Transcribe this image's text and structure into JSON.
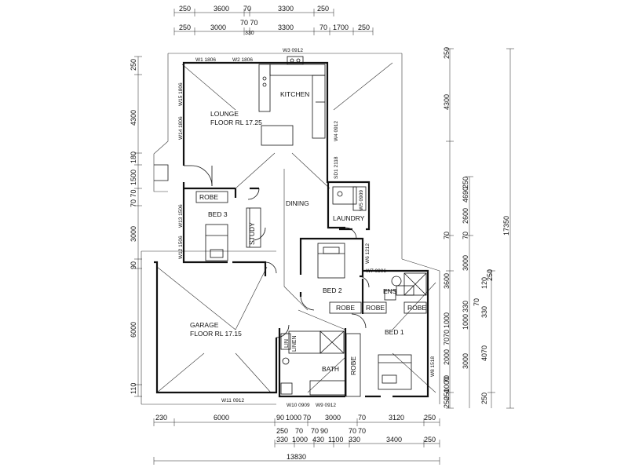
{
  "rooms": {
    "lounge": "LOUNGE",
    "floor_rl_lounge": "FLOOR RL 17.25",
    "kitchen": "KITCHEN",
    "dining": "DINING",
    "bed3": "BED 3",
    "robe3": "ROBE",
    "study": "STUDY",
    "laundry": "LAUNDRY",
    "bed2": "BED 2",
    "robe2": "ROBE",
    "ens": "ENS",
    "robe1a": "ROBE",
    "robe1b": "ROBE",
    "bed1": "BED 1",
    "garage": "GARAGE",
    "floor_rl_garage": "FLOOR RL 17.15",
    "lin": "LIN",
    "linen": "LINEN",
    "bath": "BATH",
    "robe_bath": "ROBE"
  },
  "windows": {
    "w1": "W1 1806",
    "w2": "W2 1806",
    "w3": "W3 0912",
    "w15": "W15 1806",
    "w14": "W14 1806",
    "w4": "W4 0912",
    "sd1": "SD1 2118",
    "w5": "W5 0909",
    "w13": "W13 1506",
    "w12": "W12 1506",
    "w6": "W6 1212",
    "w7": "W7 0906",
    "w8": "W8 1518",
    "w11": "W11 0912",
    "w10": "W10 0909",
    "w9": "W9 0912"
  },
  "dims_top1": [
    "250",
    "3600",
    "70",
    "3300",
    "250"
  ],
  "dims_top2a": "70 70",
  "dims_top2": [
    "250",
    "3000",
    "3300",
    "70",
    "1700",
    "250"
  ],
  "dims_top2_small": "330",
  "dims_left": [
    "250",
    "4300",
    "180",
    "1500",
    "70 70",
    "3000",
    "90",
    "6000",
    "110"
  ],
  "dims_right1": [
    "250",
    "4300",
    "4690",
    "70",
    "3000",
    "3600",
    "250"
  ],
  "dims_right2": [
    "250",
    "2600",
    "70",
    "3000",
    "120",
    "250",
    "70",
    "1000",
    "330",
    "70",
    "1000",
    "70",
    "2000",
    "70",
    "250",
    "1000"
  ],
  "dims_right3": [
    "330",
    "4070",
    "250",
    "3000"
  ],
  "dims_right_total": "17350",
  "dims_bottom1": [
    "230",
    "6000",
    "90",
    "1000",
    "70",
    "3000",
    "70",
    "3120",
    "250"
  ],
  "dims_bottom2a": [
    "250",
    "70",
    "70",
    "90",
    "70",
    "70"
  ],
  "dims_bottom2": [
    "330",
    "1000",
    "430",
    "1100",
    "330",
    "3400",
    "250"
  ],
  "dims_bottom_total": "13830"
}
